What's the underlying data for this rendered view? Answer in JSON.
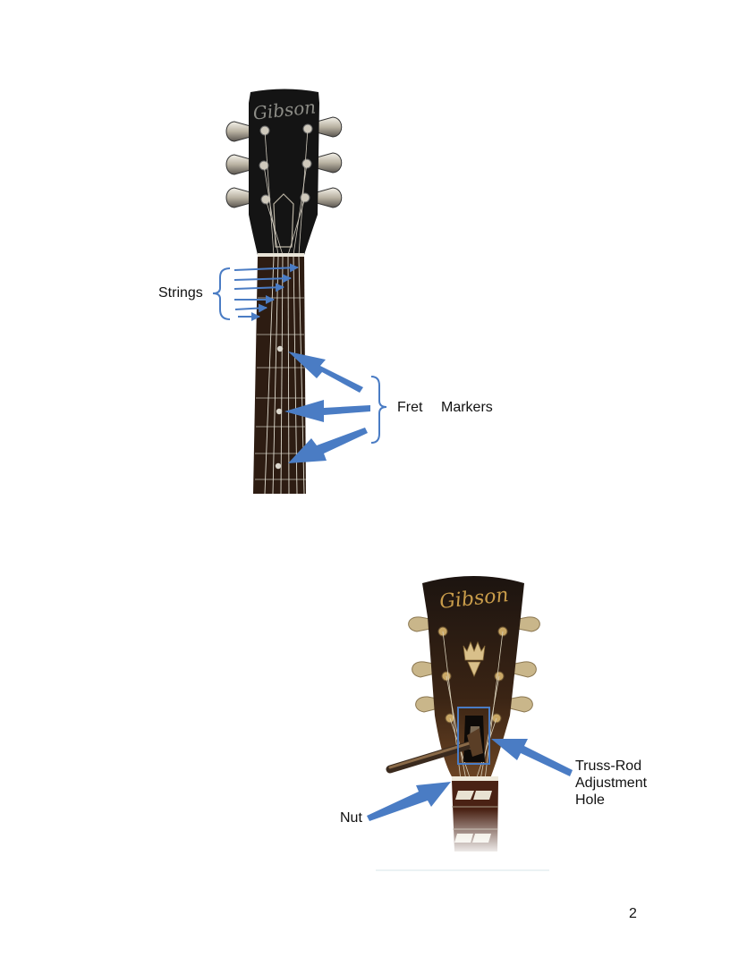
{
  "figure1": {
    "brand_logo": "Gibson",
    "labels": {
      "strings": "Strings",
      "fret": "Fret",
      "markers": "Markers"
    }
  },
  "figure2": {
    "brand_logo": "Gibson",
    "labels": {
      "nut": "Nut",
      "truss_rod_line1": "Truss-Rod",
      "truss_rod_line2": "Adjustment",
      "truss_rod_line3": "Hole"
    }
  },
  "page_number": "2",
  "colors": {
    "annotation_blue": "#4a7cc4",
    "headstock_black": "#141414",
    "fretboard_brown": "#2d1c12",
    "sunburst_headstock": "#3a2414",
    "tuner_cream": "#c9b68a"
  }
}
